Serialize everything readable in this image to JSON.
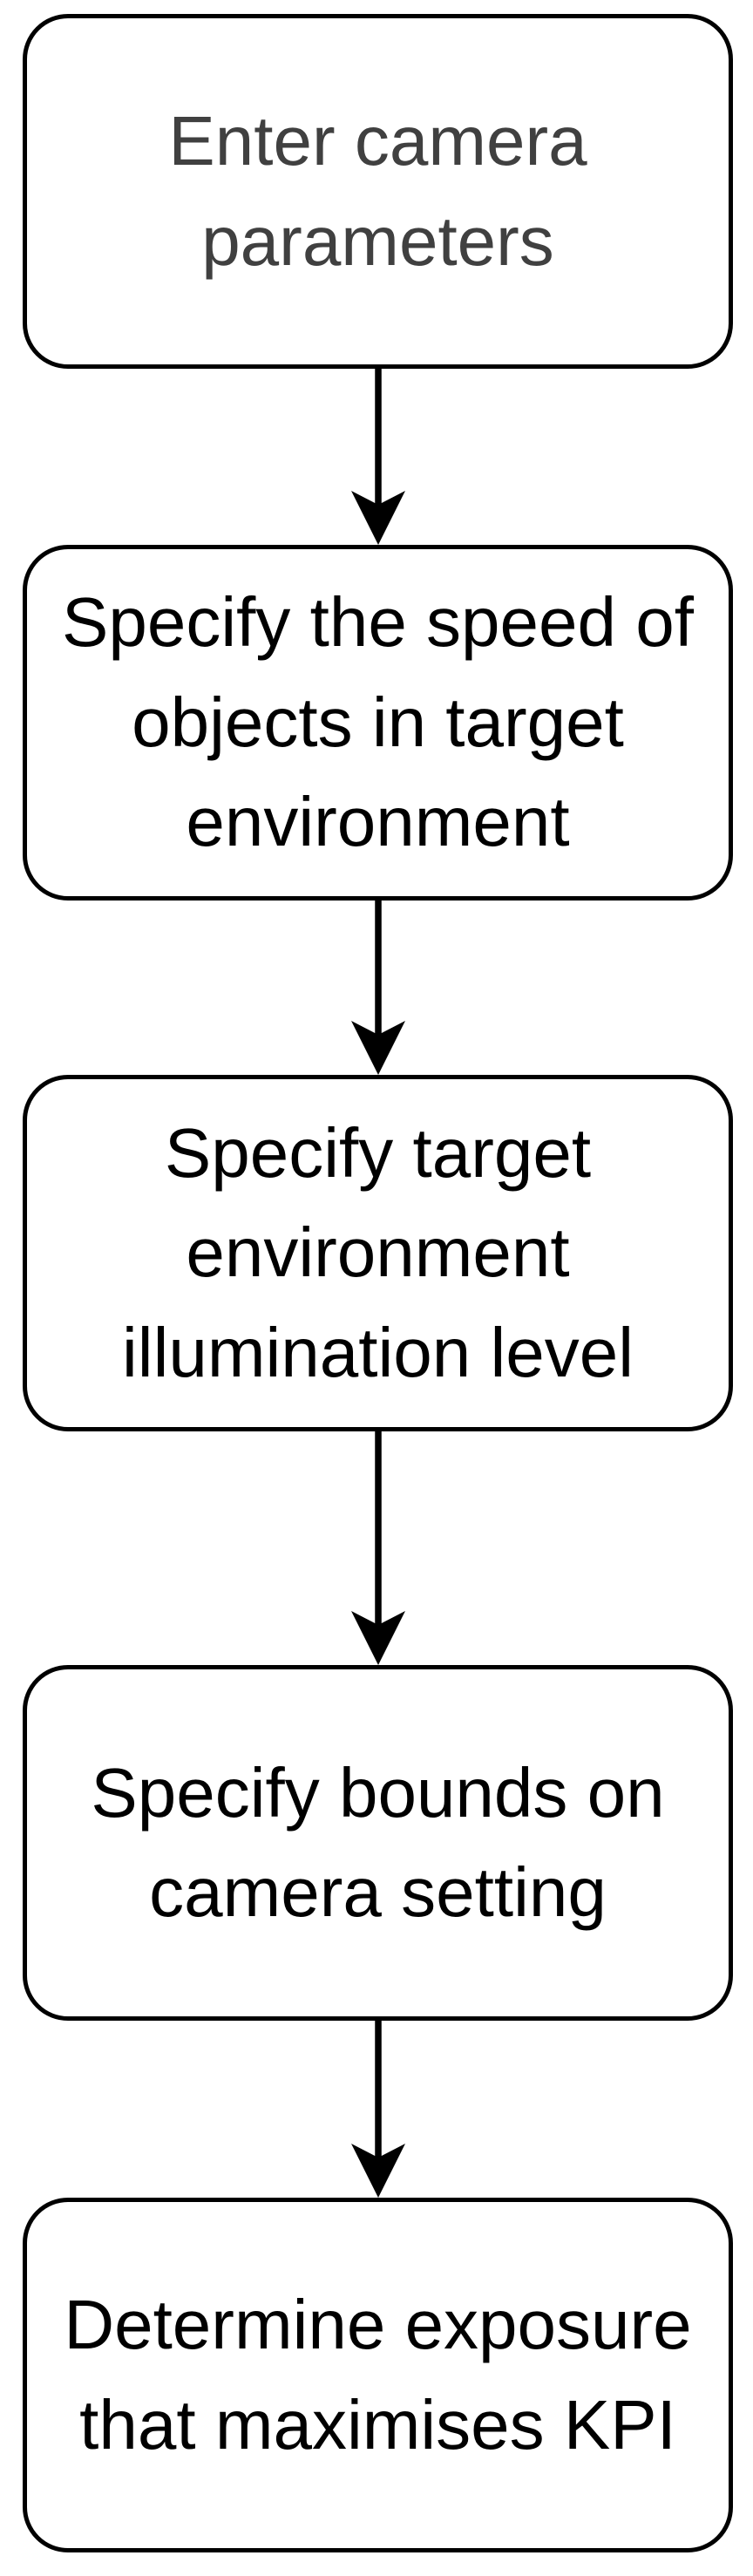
{
  "flowchart": {
    "type": "flowchart",
    "direction": "top-down",
    "nodes": [
      {
        "id": "enter-camera-parameters",
        "label": "Enter camera parameters",
        "text_color": "#404040"
      },
      {
        "id": "specify-object-speed",
        "label": "Specify the speed of objects in target environment",
        "text_color": "#000000"
      },
      {
        "id": "specify-illumination",
        "label": "Specify target environment illumination level",
        "text_color": "#000000"
      },
      {
        "id": "specify-camera-bounds",
        "label": "Specify bounds on camera setting",
        "text_color": "#000000"
      },
      {
        "id": "determine-exposure",
        "label": "Determine exposure that maximises KPI",
        "text_color": "#000000"
      }
    ],
    "edges": [
      {
        "from": "enter-camera-parameters",
        "to": "specify-object-speed"
      },
      {
        "from": "specify-object-speed",
        "to": "specify-illumination"
      },
      {
        "from": "specify-illumination",
        "to": "specify-camera-bounds"
      },
      {
        "from": "specify-camera-bounds",
        "to": "determine-exposure"
      }
    ],
    "colors": {
      "background": "#ffffff",
      "node_fill": "#ffffff",
      "node_border": "#000000",
      "arrow": "#000000"
    }
  }
}
